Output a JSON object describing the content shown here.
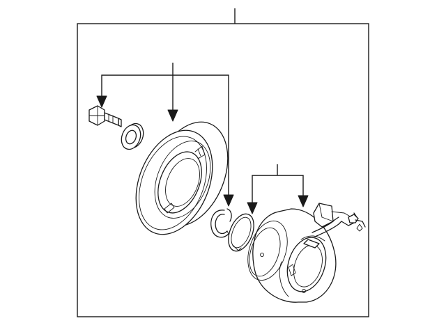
{
  "diagram": {
    "kind": "exploded-parts-diagram",
    "parts": [
      {
        "name": "bolt"
      },
      {
        "name": "washer"
      },
      {
        "name": "pulley"
      },
      {
        "name": "snap-ring"
      },
      {
        "name": "shim"
      },
      {
        "name": "clutch-coil"
      }
    ],
    "colors": {
      "line": "#1a1a1a",
      "background": "#ffffff"
    }
  }
}
